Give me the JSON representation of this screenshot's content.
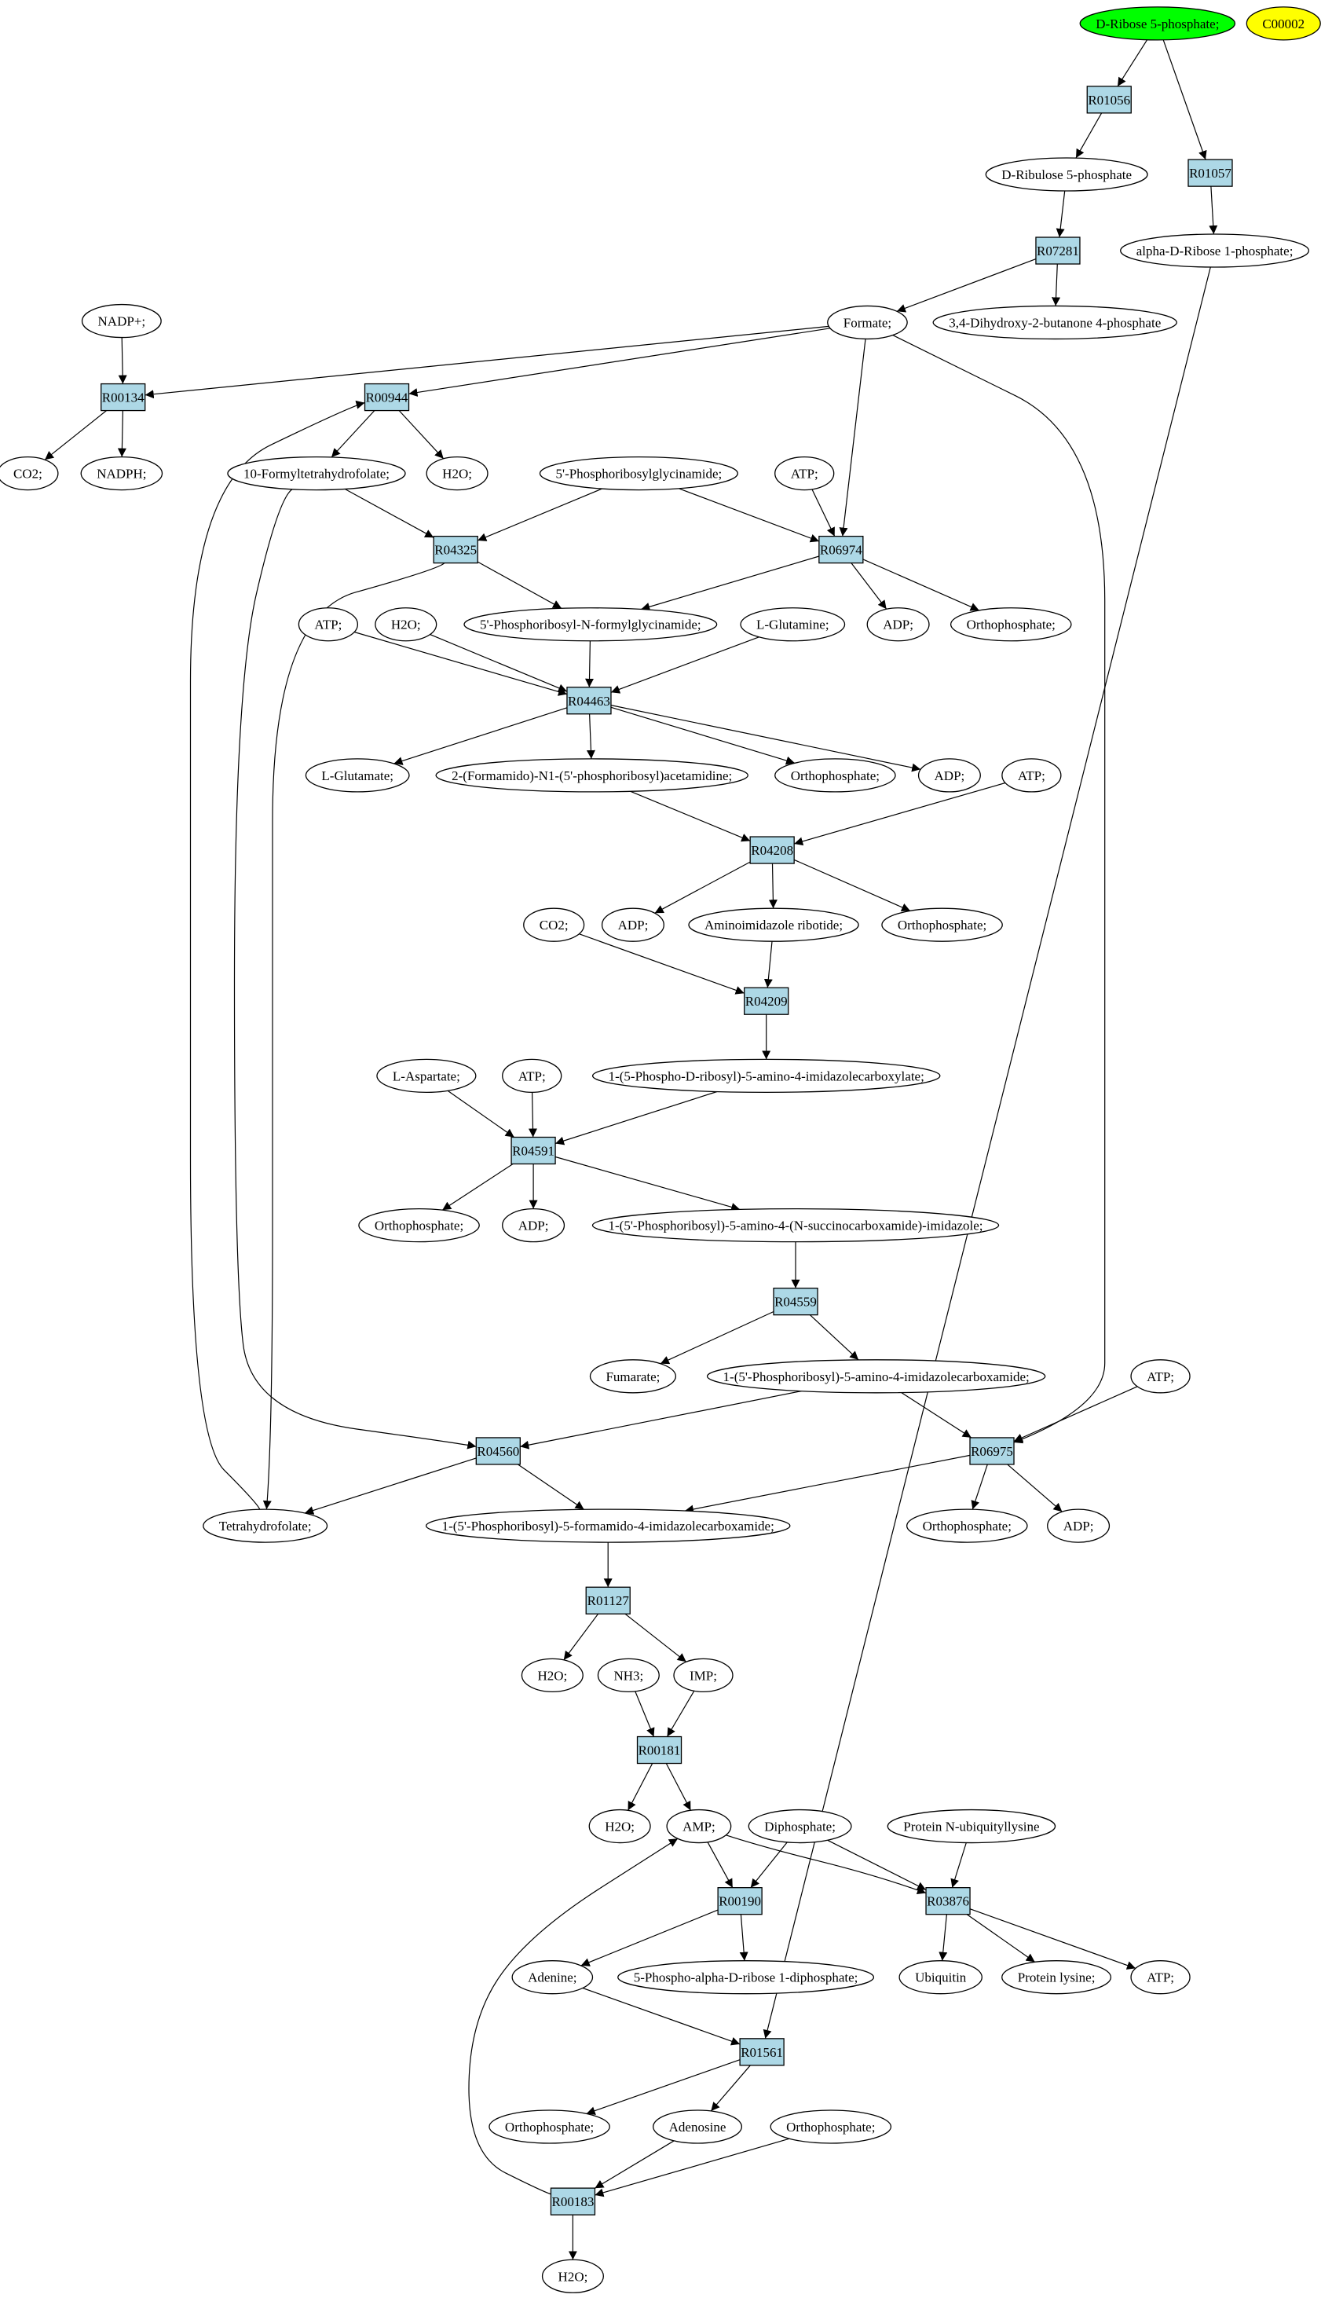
{
  "colors": {
    "reaction_fill": "#add8e6",
    "start_fill": "#00ff00",
    "legend_fill": "#ffff00",
    "compound_fill": "#ffffff",
    "stroke": "#000000"
  },
  "nodes": [
    {
      "id": "DR5P_top",
      "label": "D-Ribose 5-phosphate;",
      "kind": "start",
      "shape": "ellipse"
    },
    {
      "id": "C00002",
      "label": "C00002",
      "kind": "legend",
      "shape": "ellipse"
    },
    {
      "id": "R01056",
      "label": "R01056",
      "kind": "reaction",
      "shape": "box"
    },
    {
      "id": "R01057",
      "label": "R01057",
      "kind": "reaction",
      "shape": "box"
    },
    {
      "id": "DRu5P",
      "label": "D-Ribulose 5-phosphate",
      "kind": "compound",
      "shape": "ellipse"
    },
    {
      "id": "R07281",
      "label": "R07281",
      "kind": "reaction",
      "shape": "box"
    },
    {
      "id": "aDR1P",
      "label": "alpha-D-Ribose 1-phosphate;",
      "kind": "compound",
      "shape": "ellipse"
    },
    {
      "id": "NADPplus",
      "label": "NADP+;",
      "kind": "compound",
      "shape": "ellipse"
    },
    {
      "id": "Formate",
      "label": "Formate;",
      "kind": "compound",
      "shape": "ellipse"
    },
    {
      "id": "DHBP",
      "label": "3,4-Dihydroxy-2-butanone 4-phosphate",
      "kind": "compound",
      "shape": "ellipse"
    },
    {
      "id": "R00134",
      "label": "R00134",
      "kind": "reaction",
      "shape": "box"
    },
    {
      "id": "R00944",
      "label": "R00944",
      "kind": "reaction",
      "shape": "box"
    },
    {
      "id": "CO2_a",
      "label": "CO2;",
      "kind": "compound",
      "shape": "ellipse"
    },
    {
      "id": "NADPH",
      "label": "NADPH;",
      "kind": "compound",
      "shape": "ellipse"
    },
    {
      "id": "FTHF",
      "label": "10-Formyltetrahydrofolate;",
      "kind": "compound",
      "shape": "ellipse"
    },
    {
      "id": "H2O_a",
      "label": "H2O;",
      "kind": "compound",
      "shape": "ellipse"
    },
    {
      "id": "PRG",
      "label": "5'-Phosphoribosylglycinamide;",
      "kind": "compound",
      "shape": "ellipse"
    },
    {
      "id": "ATP_a",
      "label": "ATP;",
      "kind": "compound",
      "shape": "ellipse"
    },
    {
      "id": "R04325",
      "label": "R04325",
      "kind": "reaction",
      "shape": "box"
    },
    {
      "id": "R06974",
      "label": "R06974",
      "kind": "reaction",
      "shape": "box"
    },
    {
      "id": "ATP_b",
      "label": "ATP;",
      "kind": "compound",
      "shape": "ellipse"
    },
    {
      "id": "H2O_b",
      "label": "H2O;",
      "kind": "compound",
      "shape": "ellipse"
    },
    {
      "id": "FGAR",
      "label": "5'-Phosphoribosyl-N-formylglycinamide;",
      "kind": "compound",
      "shape": "ellipse"
    },
    {
      "id": "LGln",
      "label": "L-Glutamine;",
      "kind": "compound",
      "shape": "ellipse"
    },
    {
      "id": "ADP_a",
      "label": "ADP;",
      "kind": "compound",
      "shape": "ellipse"
    },
    {
      "id": "Pi_a",
      "label": "Orthophosphate;",
      "kind": "compound",
      "shape": "ellipse"
    },
    {
      "id": "R04463",
      "label": "R04463",
      "kind": "reaction",
      "shape": "box"
    },
    {
      "id": "LGlu",
      "label": "L-Glutamate;",
      "kind": "compound",
      "shape": "ellipse"
    },
    {
      "id": "FGAM",
      "label": "2-(Formamido)-N1-(5'-phosphoribosyl)acetamidine;",
      "kind": "compound",
      "shape": "ellipse"
    },
    {
      "id": "Pi_b",
      "label": "Orthophosphate;",
      "kind": "compound",
      "shape": "ellipse"
    },
    {
      "id": "ADP_b",
      "label": "ADP;",
      "kind": "compound",
      "shape": "ellipse"
    },
    {
      "id": "ATP_c",
      "label": "ATP;",
      "kind": "compound",
      "shape": "ellipse"
    },
    {
      "id": "R04208",
      "label": "R04208",
      "kind": "reaction",
      "shape": "box"
    },
    {
      "id": "CO2_b",
      "label": "CO2;",
      "kind": "compound",
      "shape": "ellipse"
    },
    {
      "id": "ADP_c",
      "label": "ADP;",
      "kind": "compound",
      "shape": "ellipse"
    },
    {
      "id": "AIR",
      "label": "Aminoimidazole ribotide;",
      "kind": "compound",
      "shape": "ellipse"
    },
    {
      "id": "Pi_c",
      "label": "Orthophosphate;",
      "kind": "compound",
      "shape": "ellipse"
    },
    {
      "id": "R04209",
      "label": "R04209",
      "kind": "reaction",
      "shape": "box"
    },
    {
      "id": "LAsp",
      "label": "L-Aspartate;",
      "kind": "compound",
      "shape": "ellipse"
    },
    {
      "id": "ATP_d",
      "label": "ATP;",
      "kind": "compound",
      "shape": "ellipse"
    },
    {
      "id": "CAIR",
      "label": "1-(5-Phospho-D-ribosyl)-5-amino-4-imidazolecarboxylate;",
      "kind": "compound",
      "shape": "ellipse"
    },
    {
      "id": "R04591",
      "label": "R04591",
      "kind": "reaction",
      "shape": "box"
    },
    {
      "id": "Pi_d",
      "label": "Orthophosphate;",
      "kind": "compound",
      "shape": "ellipse"
    },
    {
      "id": "ADP_d",
      "label": "ADP;",
      "kind": "compound",
      "shape": "ellipse"
    },
    {
      "id": "SAICAR",
      "label": "1-(5'-Phosphoribosyl)-5-amino-4-(N-succinocarboxamide)-imidazole;",
      "kind": "compound",
      "shape": "ellipse"
    },
    {
      "id": "R04559",
      "label": "R04559",
      "kind": "reaction",
      "shape": "box"
    },
    {
      "id": "Fum",
      "label": "Fumarate;",
      "kind": "compound",
      "shape": "ellipse"
    },
    {
      "id": "AICAR",
      "label": "1-(5'-Phosphoribosyl)-5-amino-4-imidazolecarboxamide;",
      "kind": "compound",
      "shape": "ellipse"
    },
    {
      "id": "ATP_e",
      "label": "ATP;",
      "kind": "compound",
      "shape": "ellipse"
    },
    {
      "id": "R04560",
      "label": "R04560",
      "kind": "reaction",
      "shape": "box"
    },
    {
      "id": "R06975",
      "label": "R06975",
      "kind": "reaction",
      "shape": "box"
    },
    {
      "id": "THF",
      "label": "Tetrahydrofolate;",
      "kind": "compound",
      "shape": "ellipse"
    },
    {
      "id": "FAICAR",
      "label": "1-(5'-Phosphoribosyl)-5-formamido-4-imidazolecarboxamide;",
      "kind": "compound",
      "shape": "ellipse"
    },
    {
      "id": "Pi_e",
      "label": "Orthophosphate;",
      "kind": "compound",
      "shape": "ellipse"
    },
    {
      "id": "ADP_e",
      "label": "ADP;",
      "kind": "compound",
      "shape": "ellipse"
    },
    {
      "id": "R01127",
      "label": "R01127",
      "kind": "reaction",
      "shape": "box"
    },
    {
      "id": "H2O_c",
      "label": "H2O;",
      "kind": "compound",
      "shape": "ellipse"
    },
    {
      "id": "NH3",
      "label": "NH3;",
      "kind": "compound",
      "shape": "ellipse"
    },
    {
      "id": "IMP",
      "label": "IMP;",
      "kind": "compound",
      "shape": "ellipse"
    },
    {
      "id": "R00181",
      "label": "R00181",
      "kind": "reaction",
      "shape": "box"
    },
    {
      "id": "H2O_d",
      "label": "H2O;",
      "kind": "compound",
      "shape": "ellipse"
    },
    {
      "id": "AMP",
      "label": "AMP;",
      "kind": "compound",
      "shape": "ellipse"
    },
    {
      "id": "PPi",
      "label": "Diphosphate;",
      "kind": "compound",
      "shape": "ellipse"
    },
    {
      "id": "PNUL",
      "label": "Protein N-ubiquityllysine",
      "kind": "compound",
      "shape": "ellipse"
    },
    {
      "id": "R00190",
      "label": "R00190",
      "kind": "reaction",
      "shape": "box"
    },
    {
      "id": "R03876",
      "label": "R03876",
      "kind": "reaction",
      "shape": "box"
    },
    {
      "id": "Ade",
      "label": "Adenine;",
      "kind": "compound",
      "shape": "ellipse"
    },
    {
      "id": "PRPP",
      "label": "5-Phospho-alpha-D-ribose 1-diphosphate;",
      "kind": "compound",
      "shape": "ellipse"
    },
    {
      "id": "Ubq",
      "label": "Ubiquitin",
      "kind": "compound",
      "shape": "ellipse"
    },
    {
      "id": "PLys",
      "label": "Protein lysine;",
      "kind": "compound",
      "shape": "ellipse"
    },
    {
      "id": "ATP_f",
      "label": "ATP;",
      "kind": "compound",
      "shape": "ellipse"
    },
    {
      "id": "R01561",
      "label": "R01561",
      "kind": "reaction",
      "shape": "box"
    },
    {
      "id": "Pi_f",
      "label": "Orthophosphate;",
      "kind": "compound",
      "shape": "ellipse"
    },
    {
      "id": "Ado",
      "label": "Adenosine",
      "kind": "compound",
      "shape": "ellipse"
    },
    {
      "id": "Pi_g",
      "label": "Orthophosphate;",
      "kind": "compound",
      "shape": "ellipse"
    },
    {
      "id": "R00183",
      "label": "R00183",
      "kind": "reaction",
      "shape": "box"
    },
    {
      "id": "H2O_e",
      "label": "H2O;",
      "kind": "compound",
      "shape": "ellipse"
    }
  ],
  "edges": [
    [
      "DR5P_top",
      "R01056"
    ],
    [
      "DR5P_top",
      "R01057"
    ],
    [
      "R01056",
      "DRu5P"
    ],
    [
      "DRu5P",
      "R07281"
    ],
    [
      "R01057",
      "aDR1P"
    ],
    [
      "R07281",
      "Formate"
    ],
    [
      "R07281",
      "DHBP"
    ],
    [
      "NADPplus",
      "R00134"
    ],
    [
      "Formate",
      "R00134"
    ],
    [
      "Formate",
      "R00944"
    ],
    [
      "Formate",
      "R06974"
    ],
    [
      "Formate",
      "R06975"
    ],
    [
      "R00134",
      "CO2_a"
    ],
    [
      "R00134",
      "NADPH"
    ],
    [
      "R00944",
      "FTHF"
    ],
    [
      "R00944",
      "H2O_a"
    ],
    [
      "FTHF",
      "R04325"
    ],
    [
      "FTHF",
      "R04560"
    ],
    [
      "PRG",
      "R04325"
    ],
    [
      "PRG",
      "R06974"
    ],
    [
      "ATP_a",
      "R06974"
    ],
    [
      "R04325",
      "FGAR"
    ],
    [
      "R04325",
      "THF"
    ],
    [
      "R06974",
      "FGAR"
    ],
    [
      "R06974",
      "ADP_a"
    ],
    [
      "R06974",
      "Pi_a"
    ],
    [
      "ATP_b",
      "R04463"
    ],
    [
      "H2O_b",
      "R04463"
    ],
    [
      "FGAR",
      "R04463"
    ],
    [
      "LGln",
      "R04463"
    ],
    [
      "R04463",
      "LGlu"
    ],
    [
      "R04463",
      "FGAM"
    ],
    [
      "R04463",
      "Pi_b"
    ],
    [
      "R04463",
      "ADP_b"
    ],
    [
      "FGAM",
      "R04208"
    ],
    [
      "ATP_c",
      "R04208"
    ],
    [
      "R04208",
      "ADP_c"
    ],
    [
      "R04208",
      "AIR"
    ],
    [
      "R04208",
      "Pi_c"
    ],
    [
      "AIR",
      "R04209"
    ],
    [
      "CO2_b",
      "R04209"
    ],
    [
      "R04209",
      "CAIR"
    ],
    [
      "LAsp",
      "R04591"
    ],
    [
      "ATP_d",
      "R04591"
    ],
    [
      "CAIR",
      "R04591"
    ],
    [
      "R04591",
      "Pi_d"
    ],
    [
      "R04591",
      "ADP_d"
    ],
    [
      "R04591",
      "SAICAR"
    ],
    [
      "SAICAR",
      "R04559"
    ],
    [
      "R04559",
      "Fum"
    ],
    [
      "R04559",
      "AICAR"
    ],
    [
      "AICAR",
      "R04560"
    ],
    [
      "AICAR",
      "R06975"
    ],
    [
      "ATP_e",
      "R06975"
    ],
    [
      "R04560",
      "THF"
    ],
    [
      "R04560",
      "FAICAR"
    ],
    [
      "THF",
      "R00944"
    ],
    [
      "R06975",
      "FAICAR"
    ],
    [
      "R06975",
      "Pi_e"
    ],
    [
      "R06975",
      "ADP_e"
    ],
    [
      "FAICAR",
      "R01127"
    ],
    [
      "R01127",
      "H2O_c"
    ],
    [
      "R01127",
      "IMP"
    ],
    [
      "NH3",
      "R00181"
    ],
    [
      "IMP",
      "R00181"
    ],
    [
      "R00181",
      "H2O_d"
    ],
    [
      "R00181",
      "AMP"
    ],
    [
      "AMP",
      "R00190"
    ],
    [
      "PPi",
      "R00190"
    ],
    [
      "AMP",
      "R03876"
    ],
    [
      "PPi",
      "R03876"
    ],
    [
      "PNUL",
      "R03876"
    ],
    [
      "R00190",
      "Ade"
    ],
    [
      "R00190",
      "PRPP"
    ],
    [
      "R03876",
      "Ubq"
    ],
    [
      "R03876",
      "PLys"
    ],
    [
      "R03876",
      "ATP_f"
    ],
    [
      "Ade",
      "R01561"
    ],
    [
      "aDR1P",
      "R01561"
    ],
    [
      "R01561",
      "Ado"
    ],
    [
      "R01561",
      "Pi_f"
    ],
    [
      "Pi_g",
      "R00183"
    ],
    [
      "Ado",
      "R00183"
    ],
    [
      "R00183",
      "H2O_e"
    ],
    [
      "R00183",
      "AMP"
    ]
  ]
}
